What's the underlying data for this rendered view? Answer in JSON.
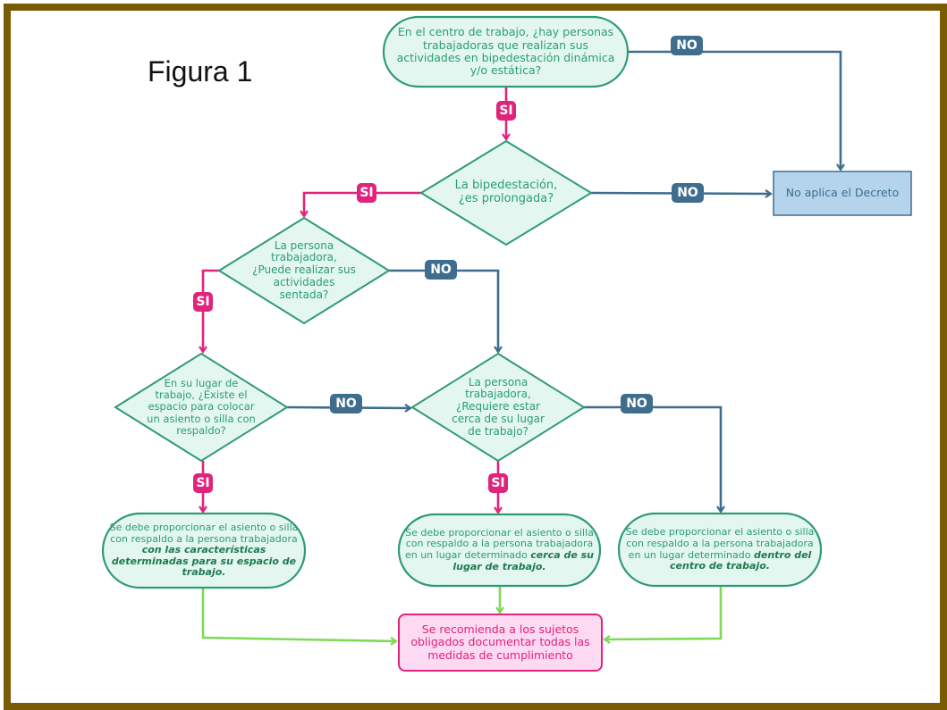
{
  "figure": {
    "title": "Figura 1"
  },
  "colors": {
    "frame": "#7a5c05",
    "node_fill": "#e3f7f0",
    "node_stroke": "#2f9a73",
    "yes": "#e0237c",
    "no": "#3e6d8e",
    "end_flow": "#7dd957",
    "decreto_fill": "#b5d4ec",
    "recommend_fill": "#fddaf1"
  },
  "nodes": {
    "start": "En el centro de trabajo, ¿hay personas trabajadoras que realizan sus actividades en bipedestación dinámica y/o estática?",
    "q_prolongada": "La bipedestación, ¿es prolongada?",
    "no_aplica": "No aplica el Decreto",
    "q_sentada": "La persona trabajadora, ¿Puede realizar sus actividades sentada?",
    "q_espacio": "En su lugar de trabajo, ¿Existe el espacio para colocar un asiento o silla con respaldo?",
    "q_cerca": "La persona trabajadora, ¿Requiere estar cerca de su lugar de trabajo?",
    "r_espacio": {
      "prefix": "Se debe proporcionar el asiento o silla con respaldo a la persona trabajadora ",
      "emphasis": "con las características determinadas para su espacio de trabajo."
    },
    "r_cerca": {
      "prefix": "Se debe proporcionar el asiento o silla con respaldo a la persona trabajadora en un lugar determinado ",
      "emphasis": "cerca de su lugar de trabajo."
    },
    "r_dentro": {
      "prefix": "Se debe proporcionar el asiento o silla con respaldo a la persona trabajadora en un lugar determinado ",
      "emphasis": "dentro del centro de trabajo."
    },
    "recomendacion": "Se recomienda a los sujetos obligados documentar todas las medidas de cumplimiento"
  },
  "labels": {
    "yes": "SI",
    "no": "NO"
  }
}
